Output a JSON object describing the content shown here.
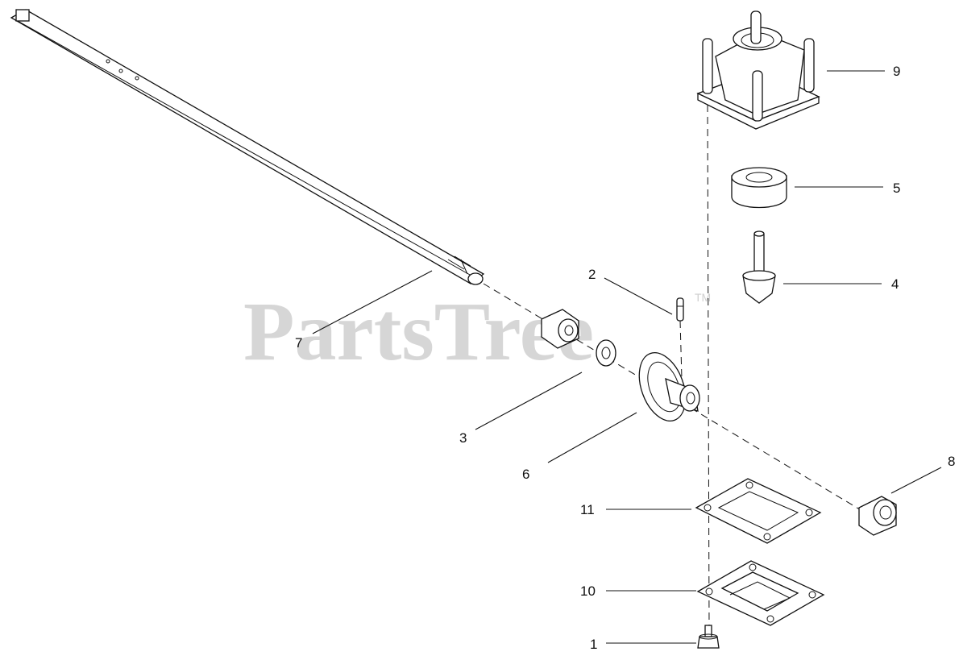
{
  "watermark": {
    "text": "PartsTree",
    "trademark": "TM"
  },
  "callouts": [
    {
      "number": "1"
    },
    {
      "number": "2"
    },
    {
      "number": "3"
    },
    {
      "number": "4"
    },
    {
      "number": "5"
    },
    {
      "number": "6"
    },
    {
      "number": "7"
    },
    {
      "number": "8"
    },
    {
      "number": "9"
    },
    {
      "number": "10"
    },
    {
      "number": "11"
    }
  ],
  "colors": {
    "line": "#111111",
    "watermark": "#d6d6d6",
    "background": "#ffffff"
  }
}
